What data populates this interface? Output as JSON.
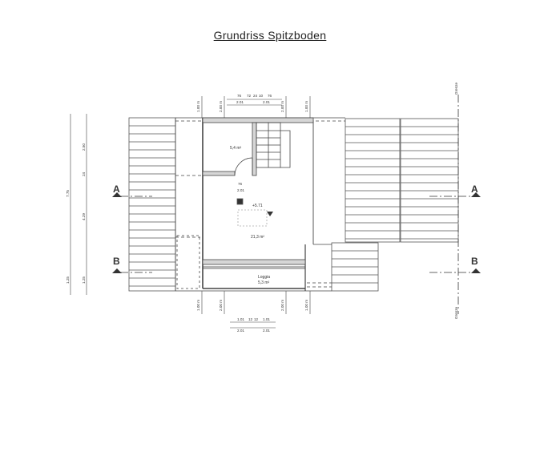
{
  "title": "Grundriss Spitzboden",
  "rooms": {
    "upper_left_area": "5,4 m²",
    "main_area": "21,3 m²",
    "loggia_name": "Loggia",
    "loggia_area": "5,3 m²",
    "level_mark": "+5.71"
  },
  "section_marks": {
    "a_left": "A",
    "a_right": "A",
    "b_left": "B",
    "b_right": "B"
  },
  "boundary": {
    "top": "Grenze",
    "bottom": "Grenze"
  },
  "dimensions": {
    "top_row1": [
      "76",
      "72",
      "24",
      "10",
      "76"
    ],
    "top_row2": [
      "2.01",
      "2.01"
    ],
    "top_vert": [
      "1.00 m",
      "2.00 m",
      "2.00 m",
      "1.00 m"
    ],
    "bottom_vert": [
      "1.00 m",
      "2.00 m",
      "2.00 m",
      "1.00 m"
    ],
    "bottom_row1": [
      "1.01",
      "12",
      "12",
      "1.01"
    ],
    "bottom_row2": [
      "2.01",
      "2.01"
    ],
    "left_outer": [
      "7.75",
      "1.25"
    ],
    "left_inner": [
      "2.50",
      "24",
      "4.29",
      "1.25"
    ],
    "door": [
      "76",
      "2.01"
    ]
  }
}
